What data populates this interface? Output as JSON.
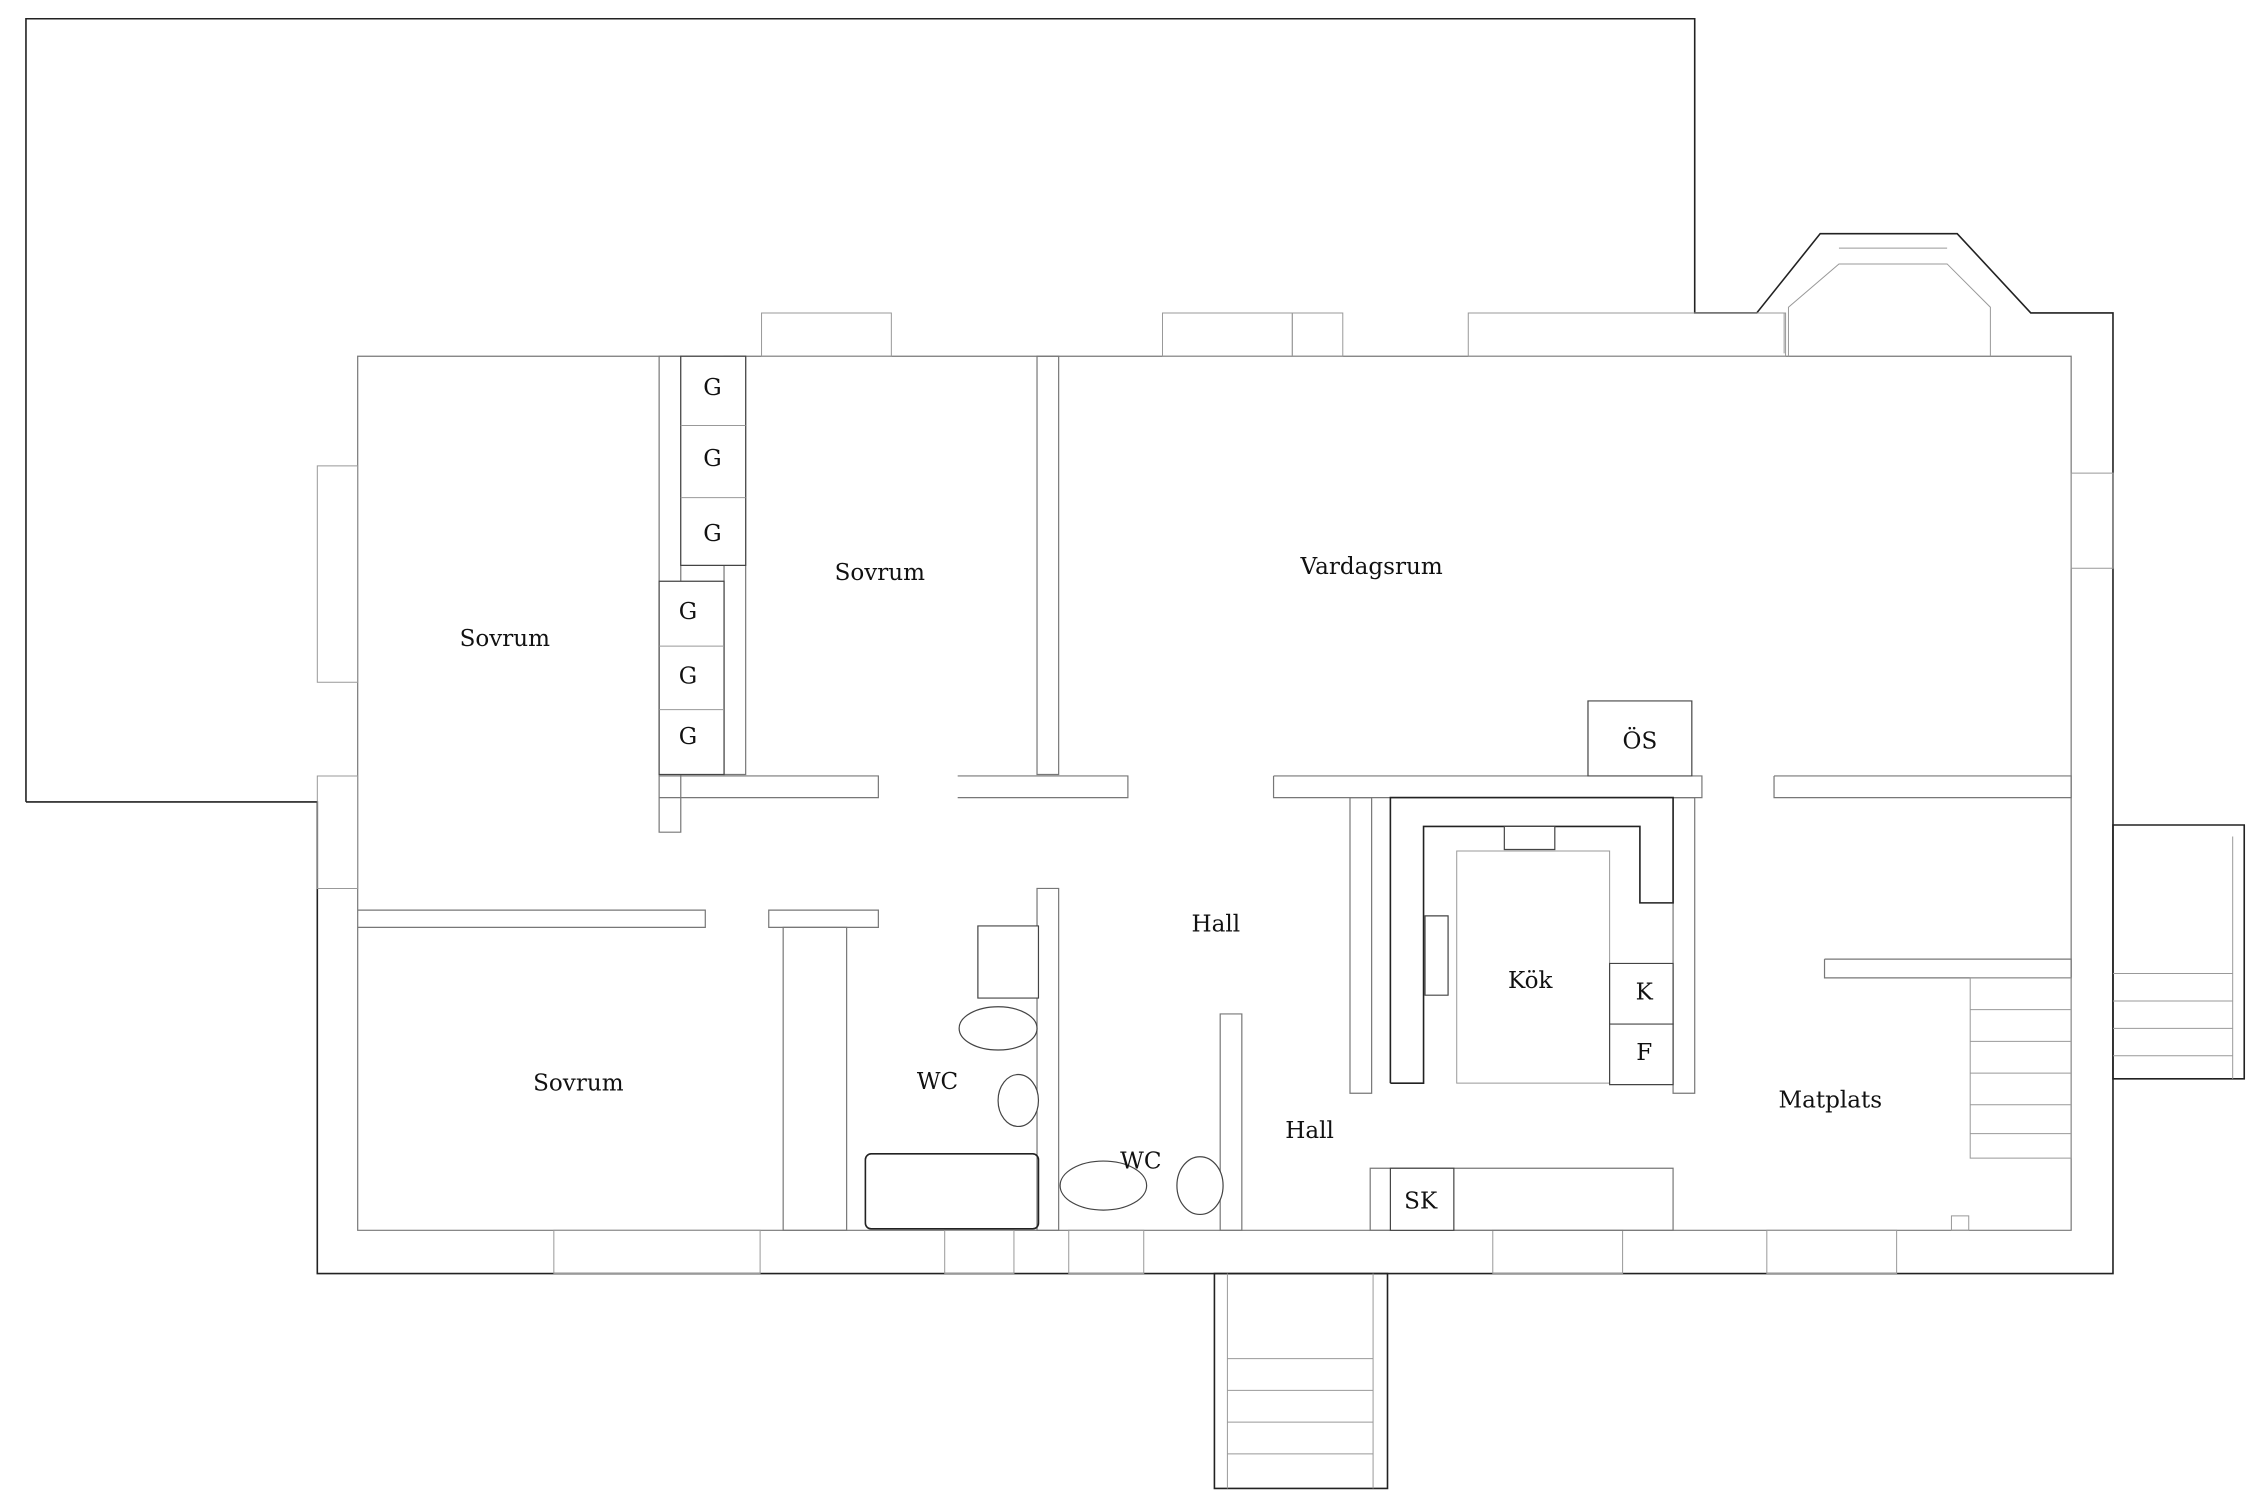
{
  "rooms": {
    "sovrum_left": "Sovrum",
    "sovrum_mid": "Sovrum",
    "sovrum_bottom": "Sovrum",
    "vardagsrum": "Vardagsrum",
    "hall_upper": "Hall",
    "hall_lower": "Hall",
    "kok": "Kök",
    "matplats": "Matplats",
    "wc_left": "WC",
    "wc_right": "WC"
  },
  "fixtures": {
    "wardrobe": [
      "G",
      "G",
      "G",
      "G",
      "G",
      "G"
    ],
    "stove": "ÖS",
    "fridge": "K",
    "freezer": "F",
    "cabinet": "SK"
  }
}
